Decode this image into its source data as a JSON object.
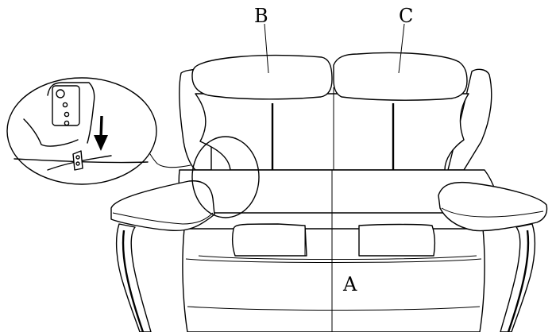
{
  "labels": {
    "a": "A",
    "b": "B",
    "c": "C"
  },
  "icons": {
    "arrow": "down-arrow-icon"
  }
}
